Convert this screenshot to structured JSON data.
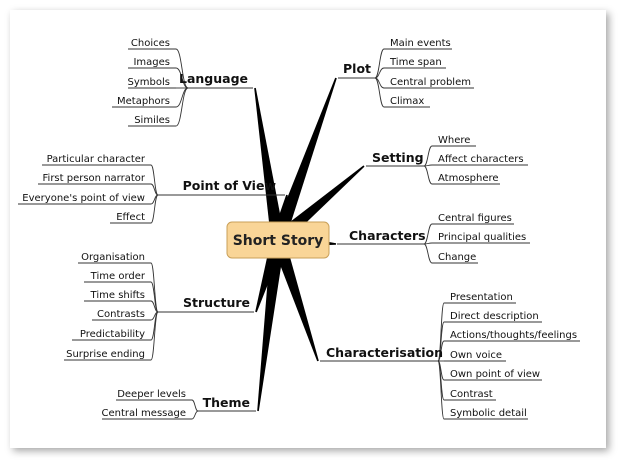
{
  "center": {
    "label": "Short Story",
    "fill": "#f9d597",
    "stroke": "#c9a059"
  },
  "branches": [
    {
      "id": "language",
      "label": "Language",
      "leaves": [
        "Choices",
        "Images",
        "Symbols",
        "Metaphors",
        "Similes"
      ]
    },
    {
      "id": "plot",
      "label": "Plot",
      "leaves": [
        "Main events",
        "Time span",
        "Central problem",
        "Climax"
      ]
    },
    {
      "id": "setting",
      "label": "Setting",
      "leaves": [
        "Where",
        "Affect characters",
        "Atmosphere"
      ]
    },
    {
      "id": "point-of-view",
      "label": "Point of View",
      "leaves": [
        "Particular character",
        "First person narrator",
        "Everyone's point of view",
        "Effect"
      ]
    },
    {
      "id": "characters",
      "label": "Characters",
      "leaves": [
        "Central figures",
        "Principal qualities",
        "Change"
      ]
    },
    {
      "id": "structure",
      "label": "Structure",
      "leaves": [
        "Organisation",
        "Time order",
        "Time shifts",
        "Contrasts",
        "Predictability",
        "Surprise ending"
      ]
    },
    {
      "id": "characterisation",
      "label": "Characterisation",
      "leaves": [
        "Presentation",
        "Direct description",
        "Actions/thoughts/feelings",
        "Own voice",
        "Own point of view",
        "Contrast",
        "Symbolic detail"
      ]
    },
    {
      "id": "theme",
      "label": "Theme",
      "leaves": [
        "Deeper levels",
        "Central message"
      ]
    }
  ]
}
